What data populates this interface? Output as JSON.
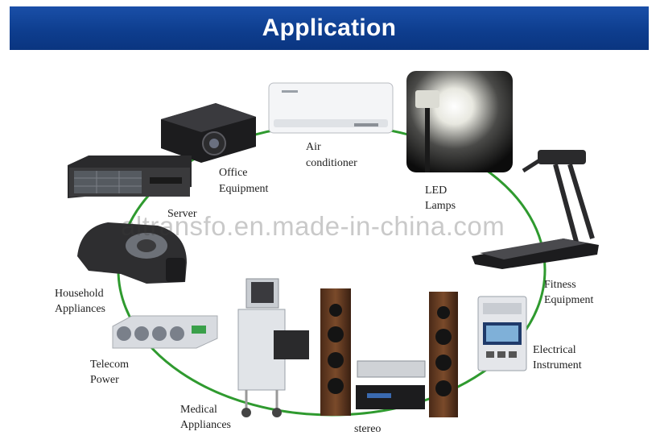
{
  "banner": {
    "title": "Application"
  },
  "items": {
    "air_conditioner": [
      "Air",
      "conditioner"
    ],
    "led_lamps": [
      "LED",
      "Lamps"
    ],
    "office_equipment": [
      "Office",
      "Equipment"
    ],
    "server": [
      "Server"
    ],
    "household_appliances": [
      "Household",
      "Appliances"
    ],
    "telecom_power": [
      "Telecom",
      "Power"
    ],
    "medical_appliances": [
      "Medical",
      "Appliances"
    ],
    "stereo": [
      "stereo"
    ],
    "electrical_instrument": [
      "Electrical",
      "Instrument"
    ],
    "fitness_equipment": [
      "Fitness",
      "Equipment"
    ]
  },
  "watermark": "altransfo.en.made-in-china.com",
  "colors": {
    "banner": "#0e3e8f",
    "ring": "#2f9a2f"
  }
}
